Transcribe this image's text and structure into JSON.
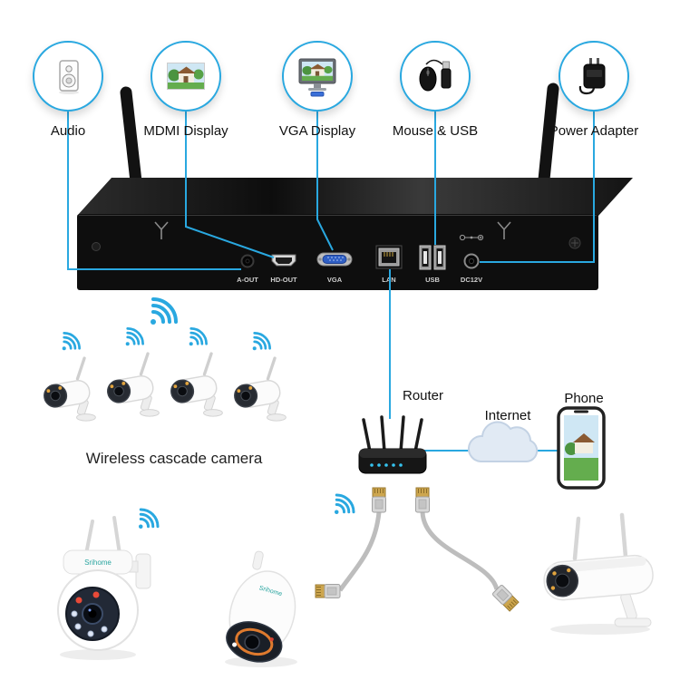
{
  "peripherals": [
    {
      "label": "Audio",
      "icon": "speaker-icon"
    },
    {
      "label": "MDMI Display",
      "icon": "house-photo-icon"
    },
    {
      "label": "VGA Display",
      "icon": "monitor-icon"
    },
    {
      "label": "Mouse & USB",
      "icon": "mouse-usb-icon"
    },
    {
      "label": "Power Adapter",
      "icon": "power-adapter-icon"
    }
  ],
  "nvr": {
    "ports": [
      {
        "label": "A-OUT"
      },
      {
        "label": "HD-OUT"
      },
      {
        "label": "VGA"
      },
      {
        "label": "LAN"
      },
      {
        "label": "USB"
      },
      {
        "label": "DC12V"
      }
    ]
  },
  "network": {
    "router_label": "Router",
    "internet_label": "Internet",
    "phone_label": "Phone"
  },
  "wireless_group_label": "Wireless cascade camera",
  "brand": "Srihome",
  "colors": {
    "accent": "#29a8e0",
    "wifi": "#29a8e0",
    "cable": "#bdbdbd",
    "nvr_body": "#0e0e0e"
  }
}
